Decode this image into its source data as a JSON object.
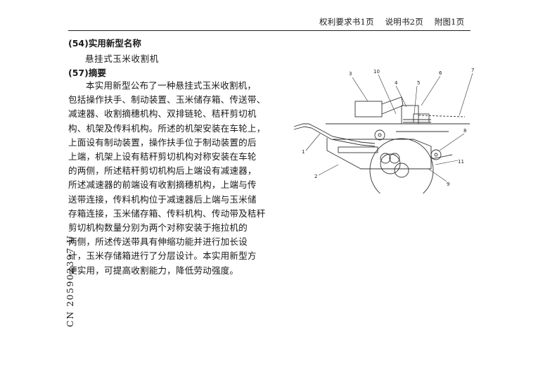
{
  "header": {
    "items": [
      "权利要求书1页",
      "说明书2页",
      "附图1页"
    ]
  },
  "sections": {
    "name_heading": "(54)实用新型名称",
    "name_value": "悬挂式玉米收割机",
    "abstract_heading": "(57)摘要"
  },
  "abstract_lines": [
    "本实用新型公布了一种悬挂式玉米收割机，",
    "包括操作扶手、制动装置、玉米储存箱、传送带、",
    "减速器、收割摘穗机构、双排链轮、秸秆剪切机",
    "构、机架及传料机构。所述的机架安装在车轮上，",
    "上面设有制动装置，操作扶手位于制动装置的后",
    "上端，机架上设有秸秆剪切机构对称安装在车轮",
    "的两侧，所述秸秆剪切机构后上端设有减速器，",
    "所述减速器的前端设有收割摘穗机构，上端与传",
    "送带连接，传料机构位于减速器后上端与玉米储",
    "存箱连接，玉米储存箱、传料机构、传动带及秸秆",
    "剪切机构数量分别为两个对称安装于拖拉机的",
    "两侧，所述传送带具有伸缩功能并进行加长设",
    "计，玉米存储箱进行了分层设计。本实用新型方",
    "便实用，可提高收割能力，降低劳动强度。"
  ],
  "side_label": "CN 205902397 U",
  "figure": {
    "labels": [
      "1",
      "2",
      "3",
      "4",
      "5",
      "6",
      "7",
      "8",
      "9",
      "10",
      "11"
    ]
  }
}
